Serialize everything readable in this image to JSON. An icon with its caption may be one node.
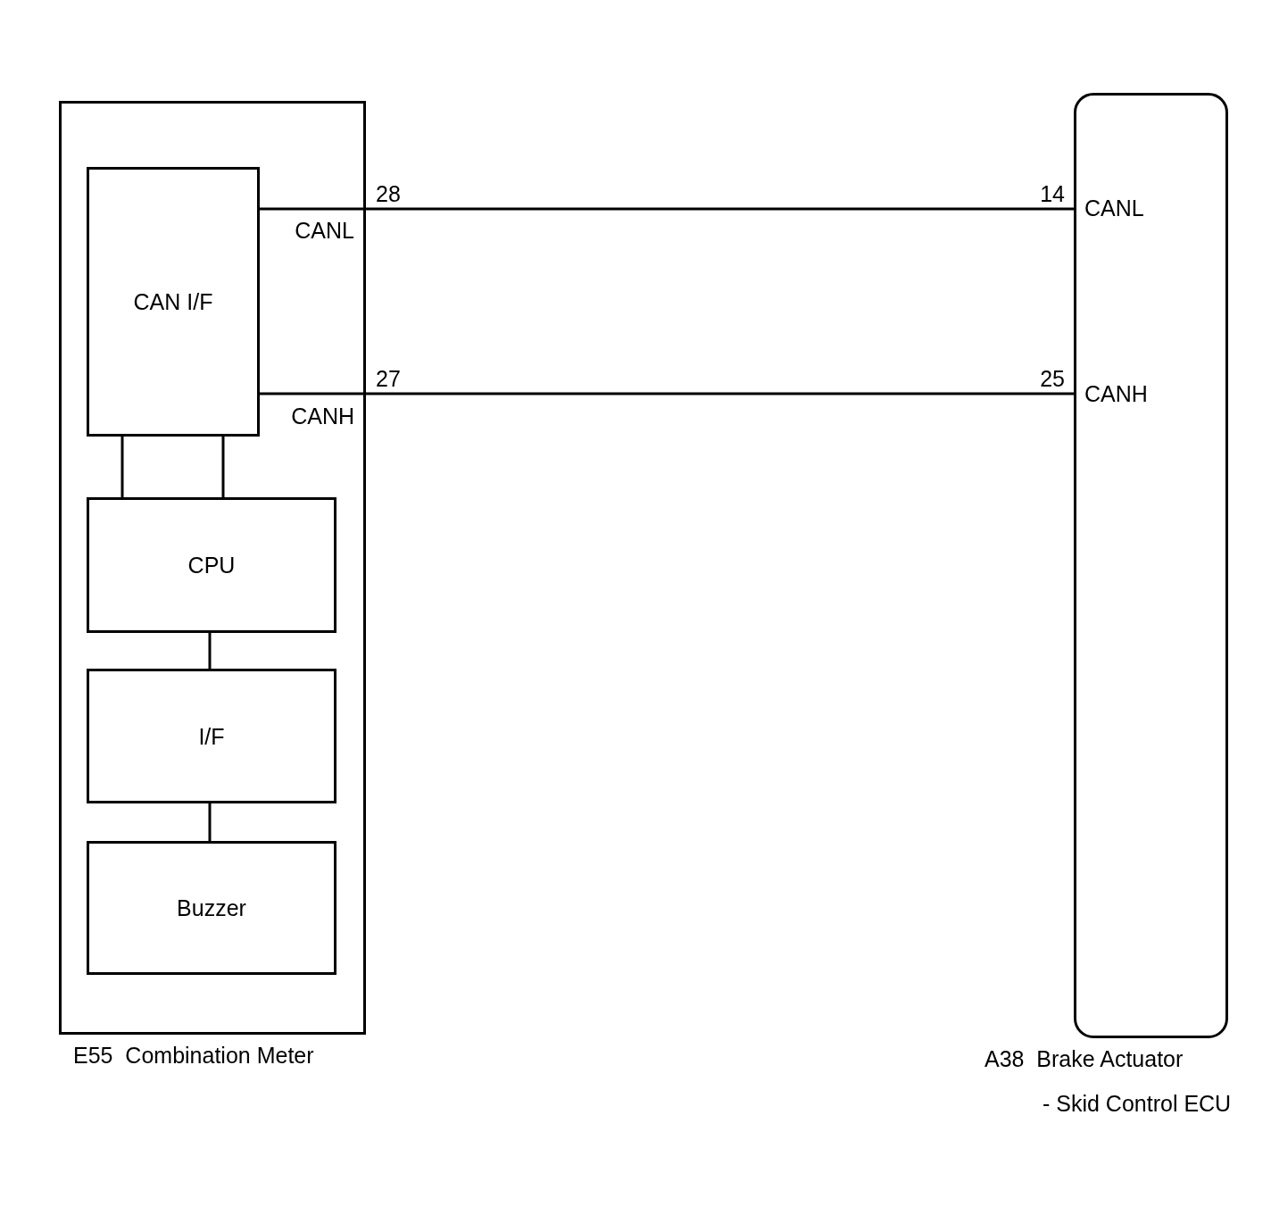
{
  "diagram": {
    "nodes": [
      {
        "text": [
          "E55  Combination Meter"
        ]
      },
      {
        "text": [
          "CAN I/F"
        ],
        "in": 0
      },
      {
        "text": [
          "CPU"
        ],
        "in": 0
      },
      {
        "text": [
          "I/F"
        ],
        "in": 0
      },
      {
        "text": [
          "Buzzer"
        ],
        "in": 0
      },
      {
        "text": [
          "A38  Brake Actuator",
          "- Skid Control ECU"
        ]
      }
    ],
    "edges": [
      {
        "from": 1,
        "to": 5,
        "arrow": "none"
      },
      {
        "from": 1,
        "to": 5,
        "arrow": "none"
      },
      {
        "from": 1,
        "to": 2,
        "arrow": "none"
      },
      {
        "from": 1,
        "to": 2,
        "arrow": "none"
      },
      {
        "from": 2,
        "to": 3,
        "arrow": "none"
      },
      {
        "from": 3,
        "to": 4,
        "arrow": "none"
      }
    ],
    "labels": [
      "28",
      "14",
      "CANL",
      "CANL",
      "27",
      "25",
      "CANH",
      "CANH"
    ]
  }
}
